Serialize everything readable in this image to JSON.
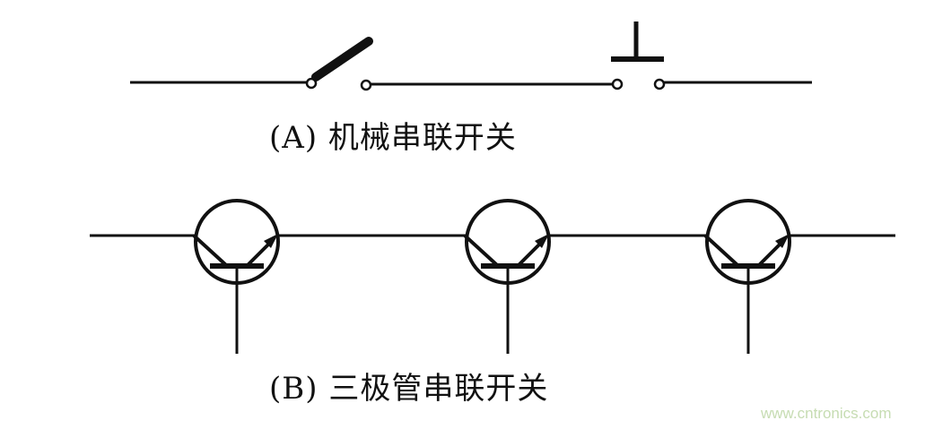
{
  "captions": {
    "a": "(A) 机械串联开关",
    "b": "(B) 三极管串联开关"
  },
  "watermark": "www.cntronics.com",
  "colors": {
    "line": "#111111",
    "watermark": "#c6dcb2"
  }
}
